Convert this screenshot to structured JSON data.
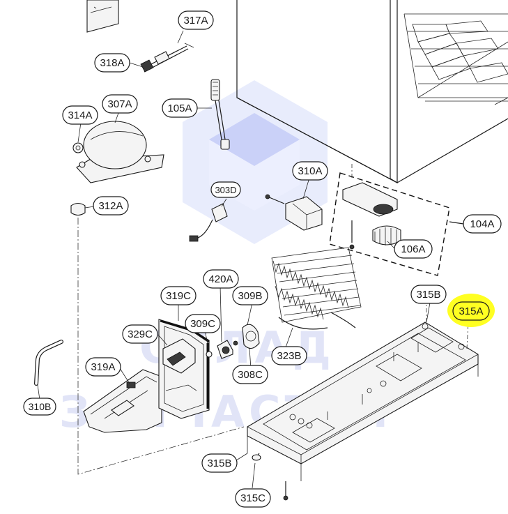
{
  "labels": {
    "l317A": "317A",
    "l318A": "318A",
    "l105A": "105A",
    "l307A": "307A",
    "l314A": "314A",
    "l312A": "312A",
    "l303D": "303D",
    "l310A": "310A",
    "l104A": "104A",
    "l106A": "106A",
    "l420A": "420A",
    "l319C": "319C",
    "l309B": "309B",
    "l315B_top": "315B",
    "l315A": "315A",
    "l309C": "309C",
    "l329C": "329C",
    "l319A": "319A",
    "l308C": "308C",
    "l323B": "323B",
    "l310B": "310B",
    "l315B_bottom": "315B",
    "l315C": "315C"
  },
  "highlight": {
    "label": "l315A",
    "color": "#ffff22"
  },
  "watermark": {
    "line1": "СКЛАД",
    "line2": "ЗАПЧАСТЕЙ",
    "color": "#b9c1ee"
  }
}
